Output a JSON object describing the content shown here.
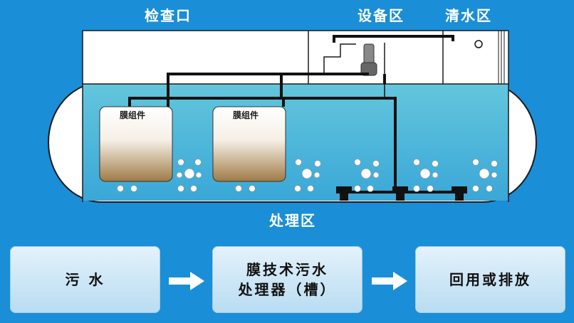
{
  "zones": {
    "inspection_port": "检查口",
    "equipment_area": "设备区",
    "clean_water_area": "清水区",
    "treatment_area": "处理区"
  },
  "membrane_modules": [
    "膜组件",
    "膜组件"
  ],
  "flow": {
    "step1": "污 水",
    "step2_line1": "膜技术污水",
    "step2_line2": "处理器（槽）",
    "step3": "回用或排放"
  },
  "colors": {
    "background": "#1a8ed6",
    "tank_water": "#5cc0d8",
    "tank_shell": "#ffffff",
    "sludge": "#a98652",
    "pipe": "#111111"
  },
  "icons": [
    "pump-icon",
    "arrow-right-icon"
  ]
}
